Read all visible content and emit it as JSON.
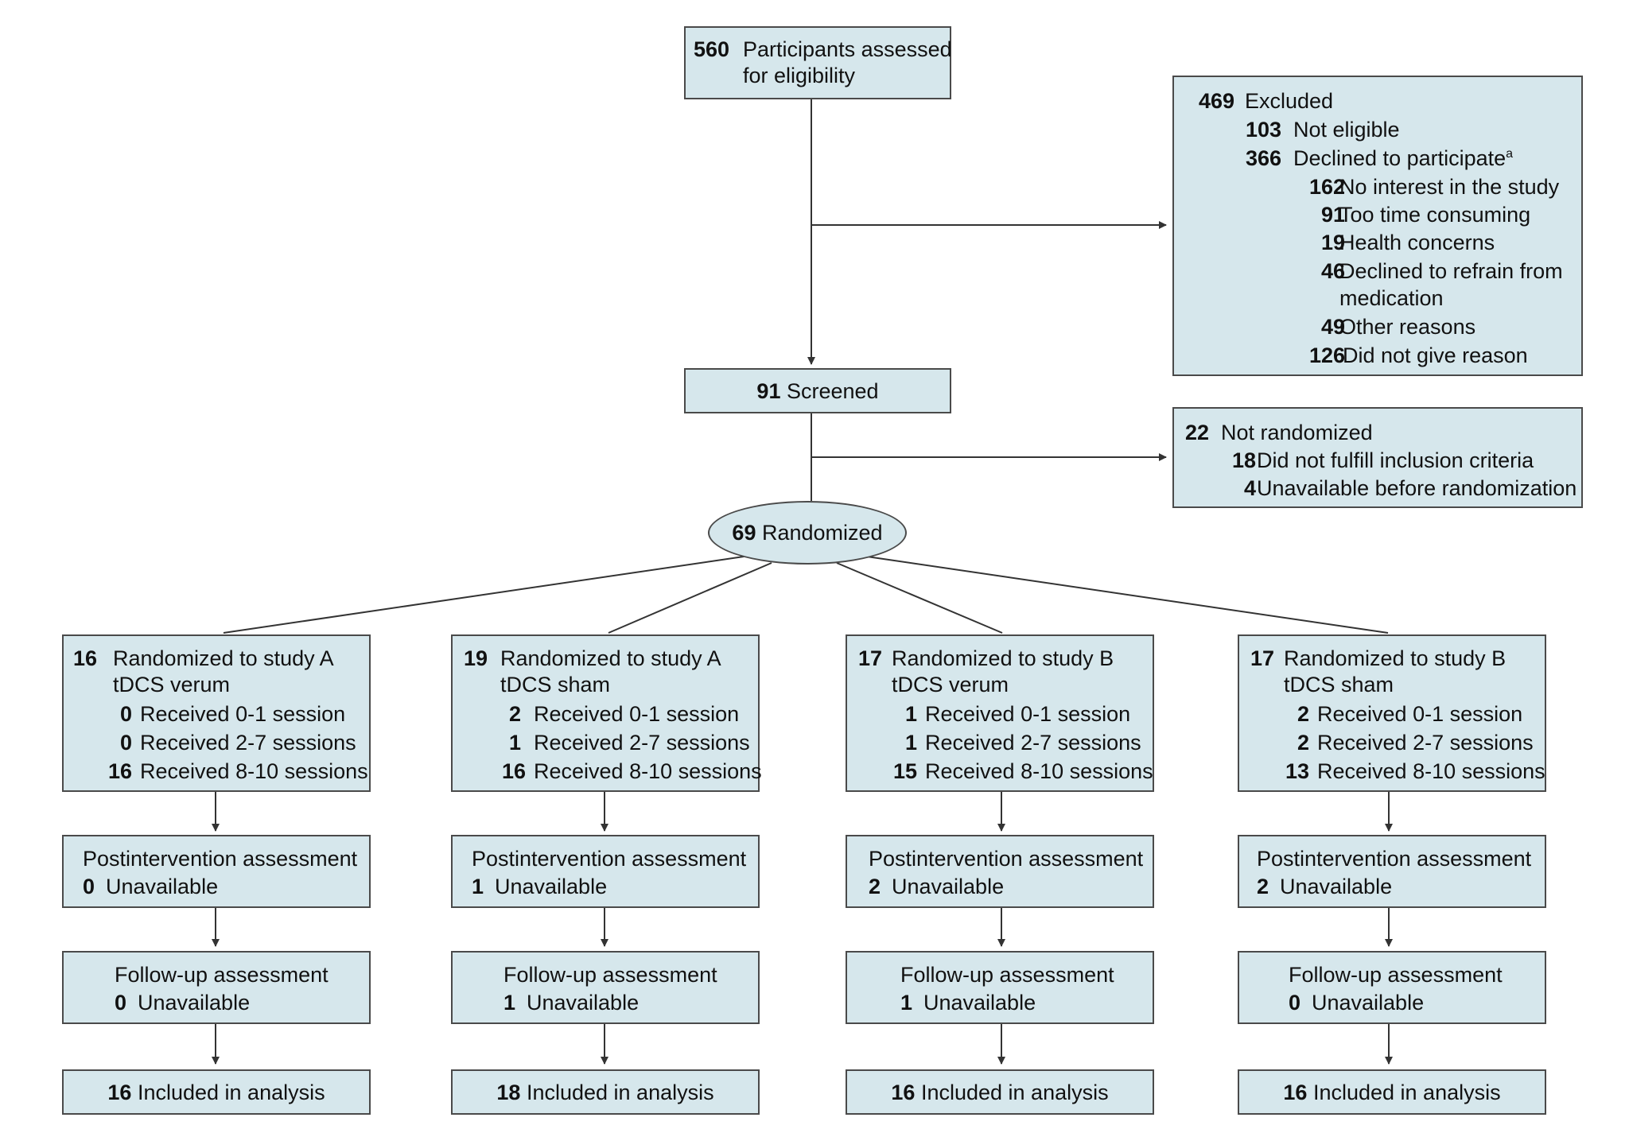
{
  "eligibility": {
    "n": "560",
    "label_l1": "Participants assessed",
    "label_l2": "for eligibility"
  },
  "excluded": {
    "n": "469",
    "label": "Excluded",
    "not_eligible": {
      "n": "103",
      "label": "Not eligible"
    },
    "declined": {
      "n": "366",
      "label": "Declined to participate",
      "footnote": "a"
    },
    "reasons": [
      {
        "n": "162",
        "label": "No interest in the study"
      },
      {
        "n": "91",
        "label": "Too time consuming"
      },
      {
        "n": "19",
        "label": "Health concerns"
      },
      {
        "n": "46",
        "label": "Declined to refrain from",
        "label2": "medication"
      },
      {
        "n": "49",
        "label": "Other reasons"
      },
      {
        "n": "126",
        "label": "Did not give reason"
      }
    ]
  },
  "screened": {
    "n": "91",
    "label": "Screened"
  },
  "not_randomized": {
    "n": "22",
    "label": "Not randomized",
    "items": [
      {
        "n": "18",
        "label": "Did not fulfill inclusion criteria"
      },
      {
        "n": "4",
        "label": "Unavailable before randomization"
      }
    ]
  },
  "randomized": {
    "n": "69",
    "label": "Randomized"
  },
  "arms": [
    {
      "n": "16",
      "title_l1": "Randomized to study A",
      "title_l2": "tDCS verum",
      "sessions": [
        {
          "n": "0",
          "label": "Received 0-1 session"
        },
        {
          "n": "0",
          "label": "Received 2-7 sessions"
        },
        {
          "n": "16",
          "label": "Received 8-10 sessions"
        }
      ],
      "post": {
        "label": "Postintervention assessment",
        "n": "0",
        "unavail": "Unavailable"
      },
      "follow": {
        "label": "Follow-up assessment",
        "n": "0",
        "unavail": "Unavailable"
      },
      "analysis": {
        "n": "16",
        "label": "Included in analysis"
      }
    },
    {
      "n": "19",
      "title_l1": "Randomized to study A",
      "title_l2": "tDCS sham",
      "sessions": [
        {
          "n": "2",
          "label": "Received 0-1 session"
        },
        {
          "n": "1",
          "label": "Received 2-7 sessions"
        },
        {
          "n": "16",
          "label": "Received 8-10 sessions"
        }
      ],
      "post": {
        "label": "Postintervention assessment",
        "n": "1",
        "unavail": "Unavailable"
      },
      "follow": {
        "label": "Follow-up assessment",
        "n": "1",
        "unavail": "Unavailable"
      },
      "analysis": {
        "n": "18",
        "label": "Included in analysis"
      }
    },
    {
      "n": "17",
      "title_l1": "Randomized to study B",
      "title_l2": "tDCS verum",
      "sessions": [
        {
          "n": "1",
          "label": "Received 0-1 session"
        },
        {
          "n": "1",
          "label": "Received 2-7 sessions"
        },
        {
          "n": "15",
          "label": "Received 8-10 sessions"
        }
      ],
      "post": {
        "label": "Postintervention assessment",
        "n": "2",
        "unavail": "Unavailable"
      },
      "follow": {
        "label": "Follow-up assessment",
        "n": "1",
        "unavail": "Unavailable"
      },
      "analysis": {
        "n": "16",
        "label": "Included in analysis"
      }
    },
    {
      "n": "17",
      "title_l1": "Randomized to study B",
      "title_l2": "tDCS sham",
      "sessions": [
        {
          "n": "2",
          "label": "Received 0-1 session"
        },
        {
          "n": "2",
          "label": "Received 2-7 sessions"
        },
        {
          "n": "13",
          "label": "Received 8-10 sessions"
        }
      ],
      "post": {
        "label": "Postintervention assessment",
        "n": "2",
        "unavail": "Unavailable"
      },
      "follow": {
        "label": "Follow-up assessment",
        "n": "0",
        "unavail": "Unavailable"
      },
      "analysis": {
        "n": "16",
        "label": "Included in analysis"
      }
    }
  ]
}
